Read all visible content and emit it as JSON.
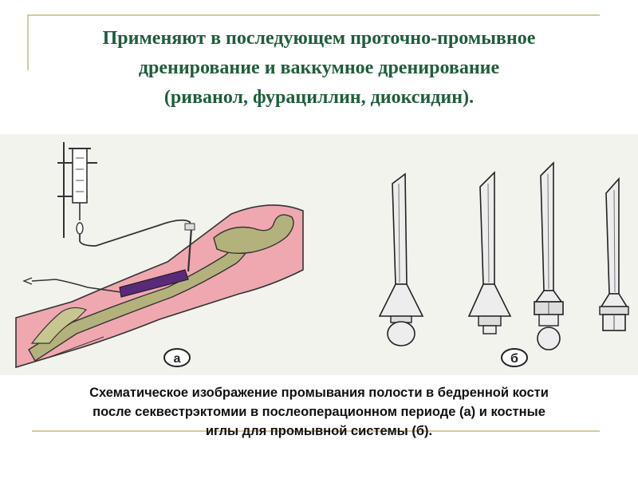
{
  "slide": {
    "title_lines": [
      "Применяют в последующем проточно-промывное",
      "дренирование и  ваккумное дренирование",
      "(риванол, фурациллин, диоксидин)."
    ],
    "figure": {
      "label_a": "а",
      "label_b": "б"
    },
    "caption_lines": [
      "Схематическое изображение промывания полости в бедренной кости",
      "после секвестрэктомии в послеоперационном периоде (а) и костные",
      "иглы для промывной системы (б)."
    ]
  },
  "colors": {
    "title": "#1f5e3a",
    "skin": "#f0a8b0",
    "bone": "#b4b27c",
    "drain": "#5a2a7a",
    "frame": "#d7c99a"
  }
}
